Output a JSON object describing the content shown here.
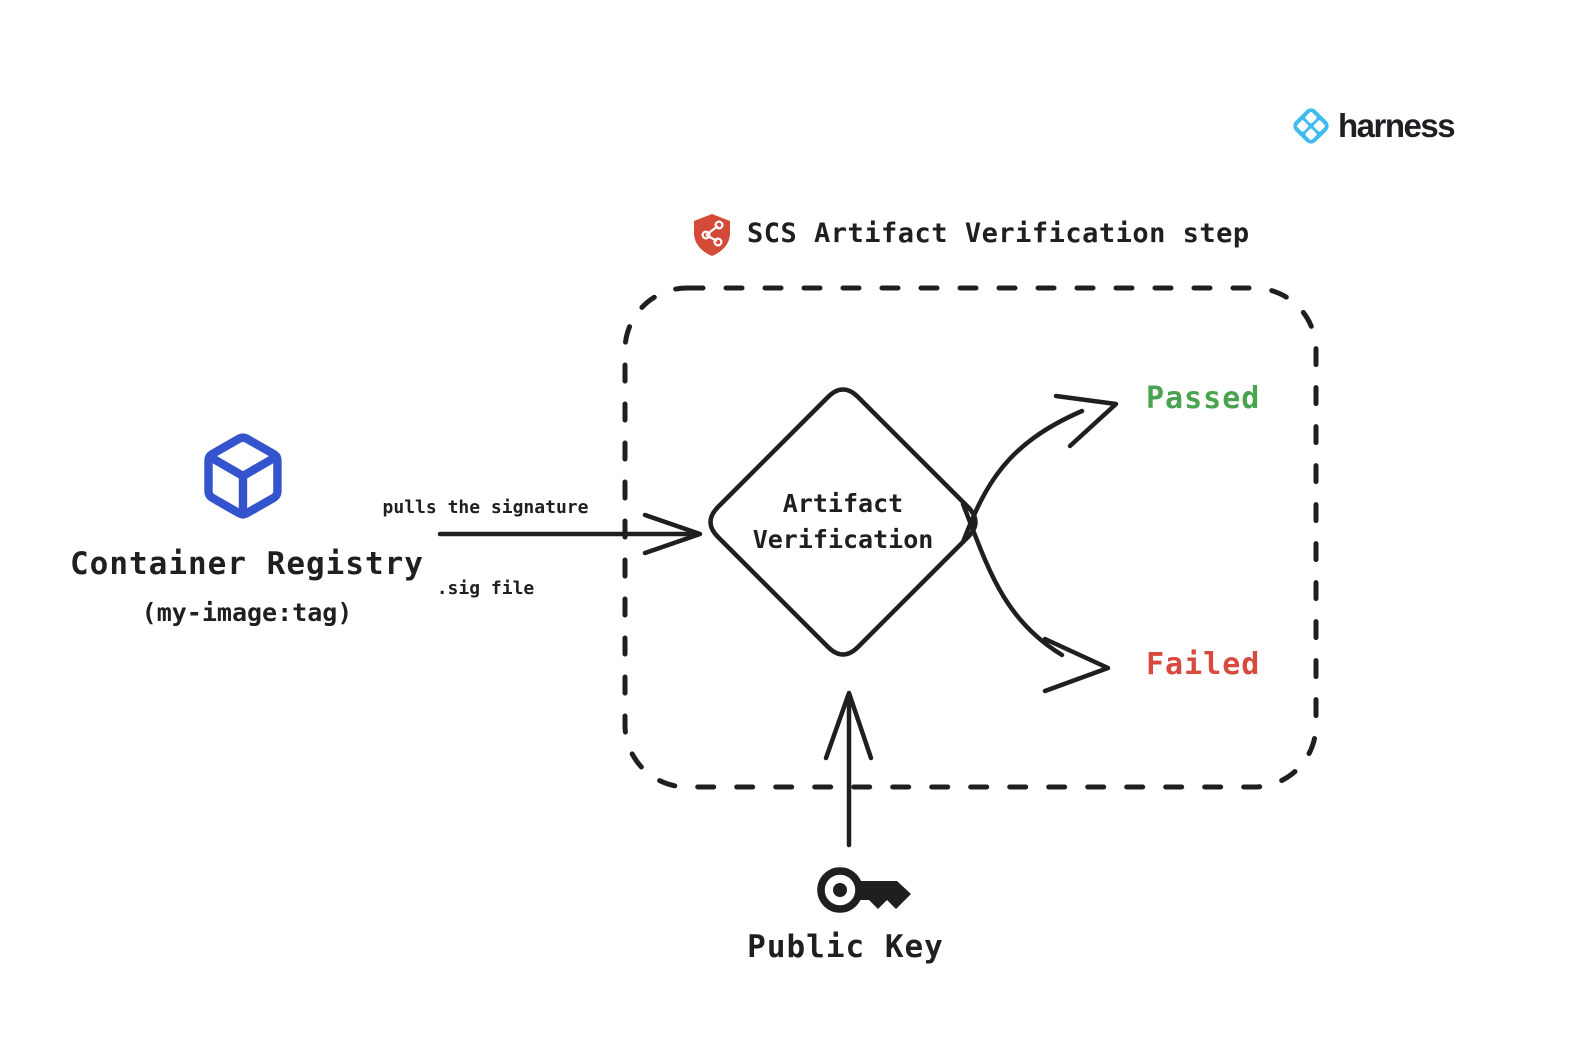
{
  "colors": {
    "ink": "#1f1f1f",
    "green": "#4aa34e",
    "red": "#d8493e",
    "cube-blue": "#3354cc",
    "shield-red": "#d44a38",
    "harness-blue": "#3ebcf0",
    "harness-text": "#1f2023"
  },
  "brand": {
    "name": "harness"
  },
  "step": {
    "title": "SCS Artifact Verification step"
  },
  "registry": {
    "label": "Container Registry",
    "tag": "(my-image:tag)"
  },
  "flow": {
    "pull_label_line1": "pulls the signature",
    "pull_label_line2": ".sig file"
  },
  "decision": {
    "line1": "Artifact",
    "line2": "Verification"
  },
  "outcomes": {
    "passed": "Passed",
    "failed": "Failed"
  },
  "public_key": {
    "label": "Public Key"
  },
  "icons": {
    "registry": "cube-icon",
    "step": "shield-graph-icon",
    "public_key": "key-icon",
    "brand": "harness-logo-icon"
  }
}
